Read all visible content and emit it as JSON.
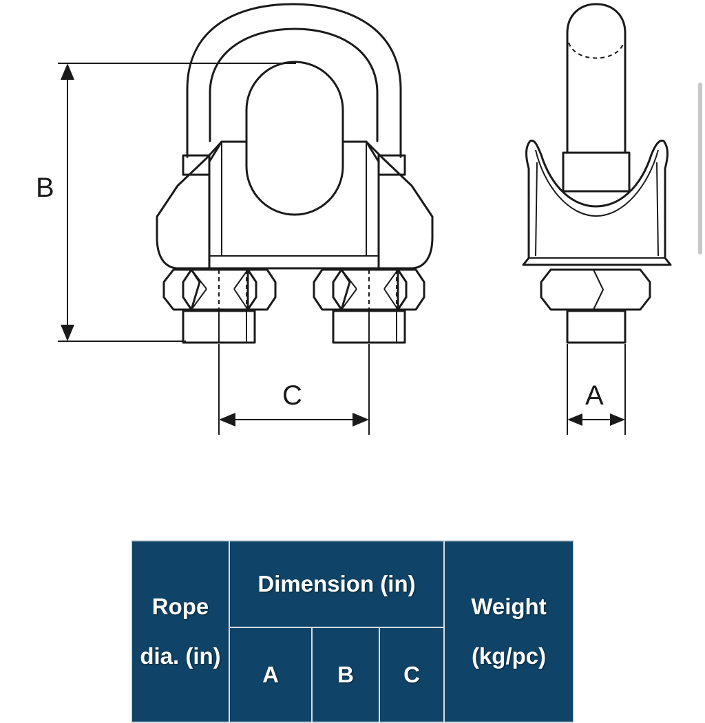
{
  "drawing": {
    "dimension_labels": {
      "a": "A",
      "b": "B",
      "c": "C"
    }
  },
  "table": {
    "header": {
      "rope_dia": "Rope dia. (in)",
      "dimension": "Dimension (in)",
      "weight": "Weight (kg/pc)",
      "sub_columns": [
        "A",
        "B",
        "C"
      ]
    }
  },
  "colors": {
    "header_bg": "#0f4468",
    "header_text": "#ffffff",
    "line": "#1a1a1a"
  }
}
